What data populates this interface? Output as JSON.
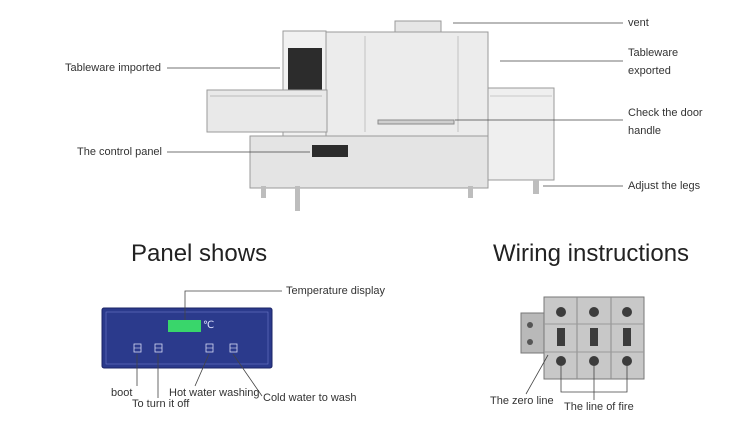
{
  "machine": {
    "labels": {
      "vent": "vent",
      "tableware_exported_1": "Tableware",
      "tableware_exported_2": "exported",
      "tableware_imported": "Tableware imported",
      "door_handle_1": "Check the door",
      "door_handle_2": "handle",
      "control_panel": "The control panel",
      "adjust_legs": "Adjust the legs"
    }
  },
  "panel": {
    "heading": "Panel shows",
    "temperature_display": "Temperature display",
    "degree_symbol": "℃",
    "boot": "boot",
    "turn_off": "To turn it off",
    "hot_water": "Hot water washing",
    "cold_water": "Cold water to wash",
    "colors": {
      "panel": "#2b3a8c",
      "display": "#39d66b"
    }
  },
  "wiring": {
    "heading": "Wiring instructions",
    "zero_line": "The zero line",
    "fire_line": "The line of fire"
  }
}
